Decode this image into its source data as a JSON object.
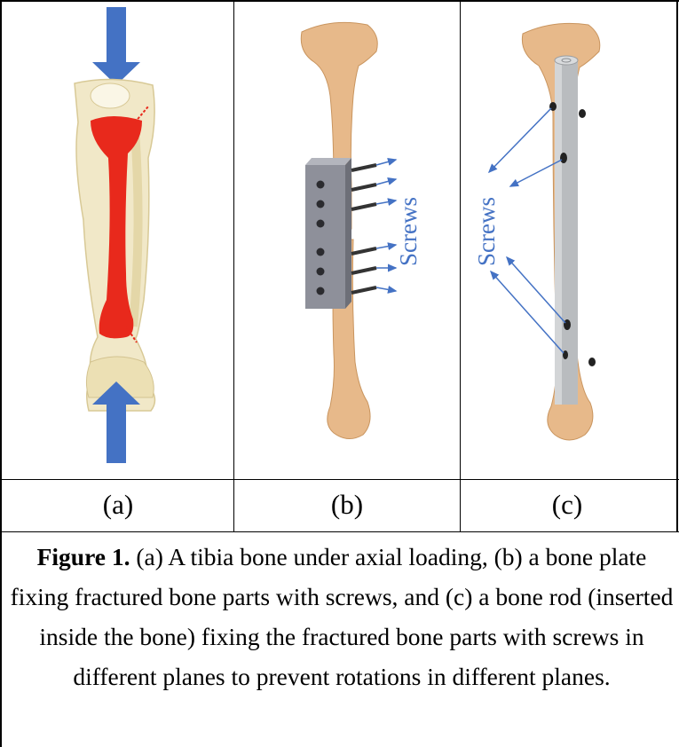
{
  "panels": [
    {
      "label": "(a)"
    },
    {
      "label": "(b)",
      "annotation": "Screws"
    },
    {
      "label": "(c)",
      "annotation": "Screws"
    }
  ],
  "caption": {
    "label": "Figure 1.",
    "text": " (a) A tibia bone under axial loading, (b) a bone plate fixing fractured bone parts with screws, and (c) a bone rod (inserted inside the bone) fixing the fractured bone parts with screws in different planes to prevent rotations in different planes."
  },
  "colors": {
    "arrow_blue": "#4472c4",
    "bone_tan": "#e7b98a",
    "tibia_red": "#e8291c",
    "plate_gray": "#8e909a",
    "rod_gray": "#b9bcbf"
  }
}
